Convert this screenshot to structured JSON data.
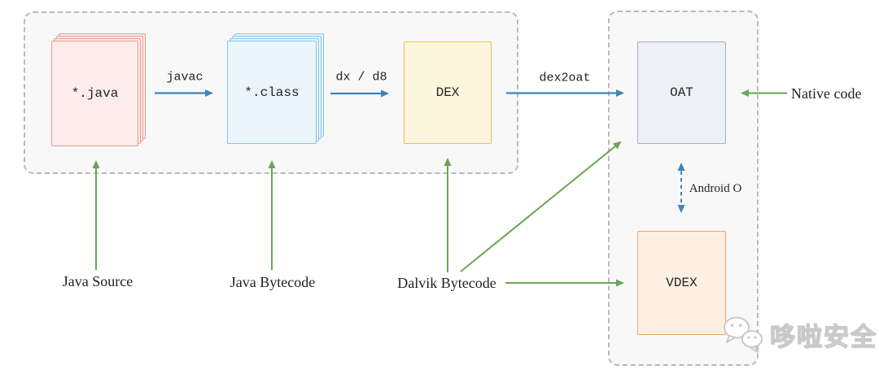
{
  "diagram_title": "android-compilation-pipeline",
  "boxes": {
    "java": {
      "label": "*.java"
    },
    "class": {
      "label": "*.class"
    },
    "dex": {
      "label": "DEX"
    },
    "oat": {
      "label": "OAT"
    },
    "vdex": {
      "label": "VDEX"
    }
  },
  "arrows": {
    "javac": {
      "label": "javac"
    },
    "dxd8": {
      "label": "dx / d8"
    },
    "dex2oat": {
      "label": "dex2oat"
    },
    "android_o": {
      "label": "Android O"
    }
  },
  "annotations": {
    "java_source": "Java Source",
    "java_bytecode": "Java Bytecode",
    "dalvik_bytecode": "Dalvik Bytecode",
    "native_code": "Native code"
  },
  "watermark": {
    "icon": "wechat-icon",
    "text": "哆啦安全"
  },
  "colors": {
    "java_border": "#e89a90",
    "java_fill": "#fcecea",
    "class_border": "#82c5e8",
    "class_fill": "#eaf5fc",
    "dex_border": "#e3bf5f",
    "dex_fill": "#fdf6dd",
    "oat_border": "#a4b2c2",
    "oat_fill": "#edf0f4",
    "vdex_border": "#eda766",
    "vdex_fill": "#fdf0e2",
    "arrow_blue": "#3f83b8",
    "arrow_green": "#68a554",
    "container_border": "#b9b9b9",
    "container_fill": "#f8f8f8",
    "text": "#1f1f1f",
    "watermark": "#cfcfcf"
  }
}
